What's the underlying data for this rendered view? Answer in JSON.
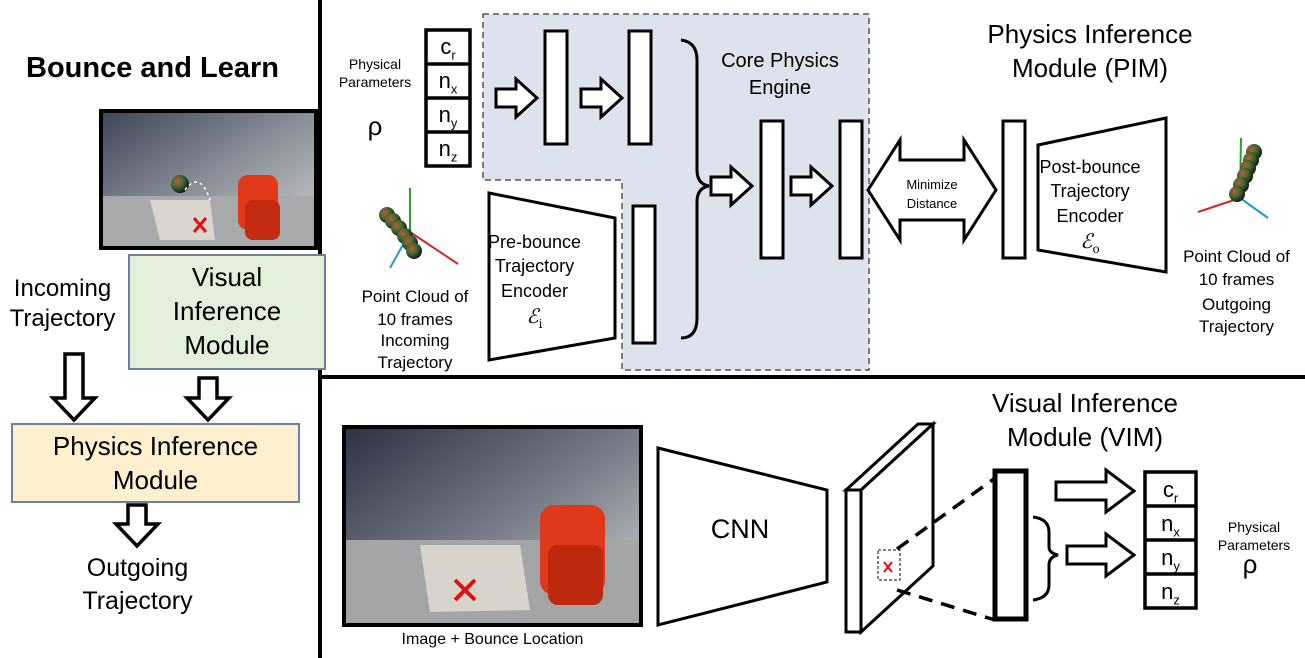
{
  "left_panel": {
    "title": "Bounce and Learn",
    "incoming_line1": "Incoming",
    "incoming_line2": "Trajectory",
    "vim_line1": "Visual",
    "vim_line2": "Inference",
    "vim_line3": "Module",
    "pim_line1": "Physics Inference",
    "pim_line2": "Module",
    "outgoing_line1": "Outgoing",
    "outgoing_line2": "Trajectory",
    "vim_box_color": "#e2f0d9",
    "pim_box_color": "#fdf0cf"
  },
  "pim_panel": {
    "title_line1": "Physics Inference",
    "title_line2": "Module (PIM)",
    "params_label_line1": "Physical",
    "params_label_line2": "Parameters",
    "rho": "ρ",
    "params": [
      {
        "base": "c",
        "sub": "r"
      },
      {
        "base": "n",
        "sub": "x"
      },
      {
        "base": "n",
        "sub": "y"
      },
      {
        "base": "n",
        "sub": "z"
      }
    ],
    "core_line1": "Core Physics",
    "core_line2": "Engine",
    "core_region_color": "#dde3ec",
    "minimize_line1": "Minimize",
    "minimize_line2": "Distance",
    "pre_line1": "Pre-bounce",
    "pre_line2": "Trajectory",
    "pre_line3": "Encoder",
    "pre_symbol": "ℰ",
    "pre_symbol_sub": "i",
    "post_line1": "Post-bounce",
    "post_line2": "Trajectory",
    "post_line3": "Encoder",
    "post_symbol": "ℰ",
    "post_symbol_sub": "o",
    "pc_in_line1": "Point Cloud of",
    "pc_in_line2": "10 frames",
    "pc_in_line3": "Incoming",
    "pc_in_line4": "Trajectory",
    "pc_out_line1": "Point Cloud of",
    "pc_out_line2": "10 frames",
    "pc_out_line3": "Outgoing",
    "pc_out_line4": "Trajectory"
  },
  "vim_panel": {
    "title_line1": "Visual Inference",
    "title_line2": "Module (VIM)",
    "cnn_label": "CNN",
    "image_caption": "Image + Bounce Location",
    "params_label_line1": "Physical",
    "params_label_line2": "Parameters",
    "rho": "ρ",
    "params": [
      {
        "base": "c",
        "sub": "r"
      },
      {
        "base": "n",
        "sub": "x"
      },
      {
        "base": "n",
        "sub": "y"
      },
      {
        "base": "n",
        "sub": "z"
      }
    ]
  }
}
